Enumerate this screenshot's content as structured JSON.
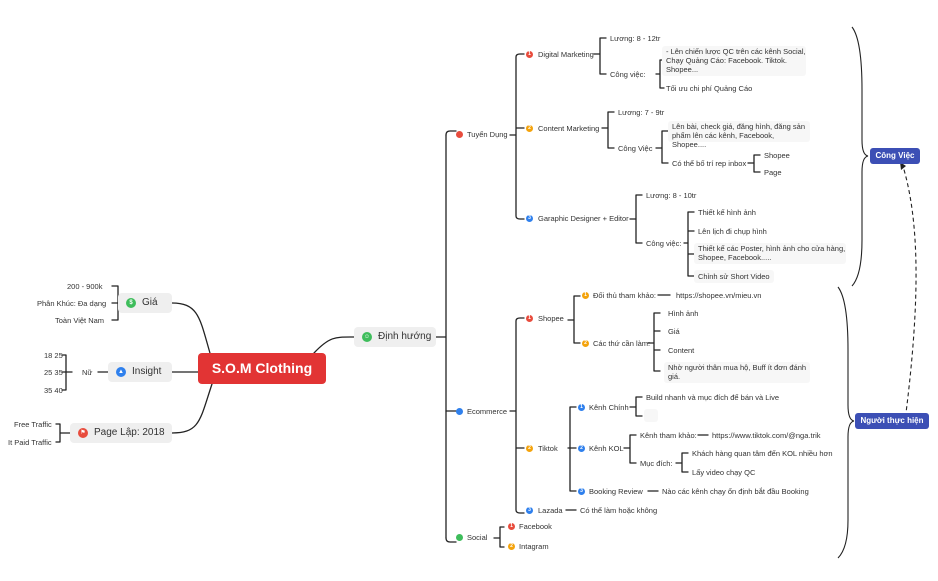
{
  "root": "S.O.M Clothing",
  "left": {
    "gia": {
      "label": "Giá",
      "items": [
        "200 - 900k",
        "Phân Khúc: Đa dạng",
        "Toàn Việt Nam"
      ]
    },
    "insight": {
      "label": "Insight",
      "nu": "Nữ",
      "ages": [
        "18 25",
        "25 35",
        "35 40"
      ]
    },
    "page": {
      "label": "Page Lập: 2018",
      "items": [
        "Free Traffic",
        "It Paid Traffic"
      ]
    }
  },
  "dinh_huong": "Định hướng",
  "tuyen_dung": {
    "label": "Tuyển Dụng",
    "digital": {
      "label": "Digital Marketing",
      "luong": "Lương: 8 - 12tr",
      "cong_viec": "Công việc:",
      "jobs": [
        "- Lên chiến lược QC trên các kênh Social, Chạy Quảng Cáo: Facebook. Tiktok. Shopee...",
        "Tối ưu chi phí Quảng Cáo"
      ]
    },
    "content": {
      "label": "Content Marketing",
      "luong": "Lương: 7 - 9tr",
      "cong_viec": "Công Việc",
      "jobs": [
        "Lên bài, check giá, đăng hình, đăng sản phẩm lên các kênh, Facebook, Shopee....",
        "Có thể bố trí rep inbox"
      ],
      "inbox": [
        "Shopee",
        "Page"
      ]
    },
    "graphic": {
      "label": "Garaphic Designer + Editor",
      "luong": "Lương: 8 - 10tr",
      "cong_viec": "Công việc:",
      "jobs": [
        "Thiết kế hình ảnh",
        "Lên lịch đi chụp hình",
        "Thiết kế các Poster, hình ảnh cho cửa hàng, Shopee, Facebook.....",
        "Chỉnh sử Short Video"
      ]
    }
  },
  "ecommerce": {
    "label": "Ecommerce",
    "shopee": {
      "label": "Shopee",
      "doi_thu": "Đối thủ tham khảo:",
      "doi_thu_url": "https://shopee.vn/mieu.vn",
      "can_lam": "Các thứ cần làm:",
      "items": [
        "Hình ảnh",
        "Giá",
        "Content",
        "Nhờ người thân mua hộ, Buff ít đơn đánh giá."
      ]
    },
    "tiktok": {
      "label": "Tiktok",
      "kenh_chinh": "Kênh Chính",
      "kenh_chinh_items": [
        "Build nhanh và mục đích để bán và Live",
        ""
      ],
      "kol": "Kênh KOL",
      "kol_ref": "Kênh tham khảo:",
      "kol_url": "https://www.tiktok.com/@nga.trik",
      "muc_dich": "Mục đích:",
      "muc_dich_items": [
        "Khách hàng quan tâm đến KOL nhiều hơn",
        "Lấy video chạy QC"
      ],
      "booking": "Booking Review",
      "booking_note": "Nào các kênh chạy ổn định bắt đầu Booking"
    },
    "lazada": {
      "label": "Lazada",
      "note": "Có thể làm hoặc không"
    }
  },
  "social": {
    "label": "Social",
    "items": [
      "Facebook",
      "Intagram"
    ]
  },
  "tags": {
    "cong_viec": "Công Việc",
    "nguoi": "Người thực hiện"
  },
  "colors": {
    "root": "#e23434",
    "tag": "#3c4fb5",
    "red": "#e84c3d",
    "orange": "#f4a30c",
    "blue": "#2f80ed",
    "green": "#3ebd5b",
    "line": "#222222"
  }
}
